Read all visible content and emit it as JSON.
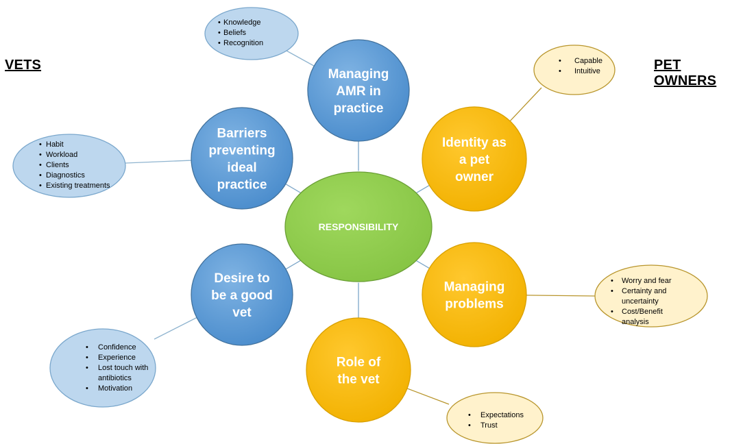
{
  "labels": {
    "vets": "VETS",
    "owners": "PET OWNERS"
  },
  "center": {
    "text": "RESPONSIBILITY",
    "color": "#92d050"
  },
  "colors": {
    "vet_theme": "#5b9bd5",
    "owner_theme": "#ffc000",
    "vet_bubble": "#bdd7ee",
    "owner_bubble": "#fff2cc",
    "vet_line": "#8fb4cf",
    "owner_line": "#b8952c"
  },
  "themes": [
    {
      "id": "managing-amr",
      "group": "vets",
      "lines": [
        "Managing",
        "AMR in",
        "practice"
      ],
      "bubble": [
        "Knowledge",
        "Beliefs",
        "Recognition"
      ]
    },
    {
      "id": "barriers",
      "group": "vets",
      "lines": [
        "Barriers",
        "preventing",
        "ideal",
        "practice"
      ],
      "bubble": [
        "Habit",
        "Workload",
        "Clients",
        "Diagnostics",
        "Existing treatments"
      ]
    },
    {
      "id": "desire-good-vet",
      "group": "vets",
      "lines": [
        "Desire to",
        "be a good",
        "vet"
      ],
      "bubble": [
        "Confidence",
        "Experience",
        "Lost touch with antibiotics",
        "Motivation"
      ]
    },
    {
      "id": "identity-pet-owner",
      "group": "owners",
      "lines": [
        "Identity as",
        "a pet",
        "owner"
      ],
      "bubble": [
        "Capable",
        "Intuitive"
      ]
    },
    {
      "id": "managing-problems",
      "group": "owners",
      "lines": [
        "Managing",
        "problems"
      ],
      "bubble": [
        "Worry and fear",
        "Certainty and uncertainty",
        "Cost/Benefit analysis"
      ]
    },
    {
      "id": "role-of-vet",
      "group": "owners",
      "lines": [
        "Role of",
        "the vet"
      ],
      "bubble": [
        "Expectations",
        "Trust"
      ]
    }
  ]
}
